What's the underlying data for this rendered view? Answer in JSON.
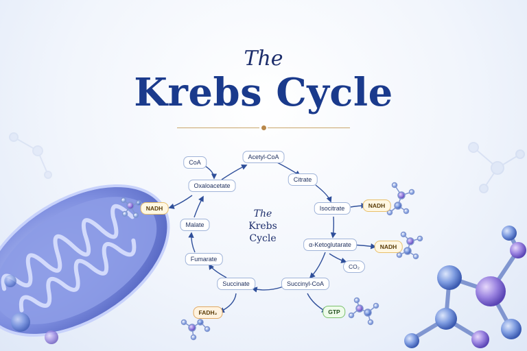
{
  "header": {
    "title_prefix": "The",
    "title_main": "Krebs Cycle"
  },
  "cycle": {
    "center": [
      "The",
      "Krebs",
      "Cycle"
    ],
    "intermediates": [
      {
        "id": "acetyl-coa",
        "label": "Acetyl-CoA"
      },
      {
        "id": "citrate",
        "label": "Citrate"
      },
      {
        "id": "isocitrate",
        "label": "Isocitrate"
      },
      {
        "id": "alpha-ketoglutarate",
        "label": "α-Ketoglutarate"
      },
      {
        "id": "succinyl-coa",
        "label": "Succinyl-CoA"
      },
      {
        "id": "succinate",
        "label": "Succinate"
      },
      {
        "id": "fumarate",
        "label": "Fumarate"
      },
      {
        "id": "malate",
        "label": "Malate"
      },
      {
        "id": "oxaloacetate",
        "label": "Oxaloacetate"
      },
      {
        "id": "coa",
        "label": "CoA"
      }
    ],
    "products": {
      "nadh_oxaloacetate": "NADH",
      "nadh_isocitrate": "NADH",
      "nadh_ketoglutarate": "NADH",
      "co2": "CO₂",
      "gtp": "GTP",
      "fadh2": "FADH₂"
    }
  },
  "colors": {
    "title": "#1a3a8c",
    "arrow": "#2f4f9a",
    "node_border": "#9fb3d8",
    "nadh_border": "#e8bf69",
    "gtp_border": "#79c06b",
    "accent_gold": "#c9a56a"
  }
}
